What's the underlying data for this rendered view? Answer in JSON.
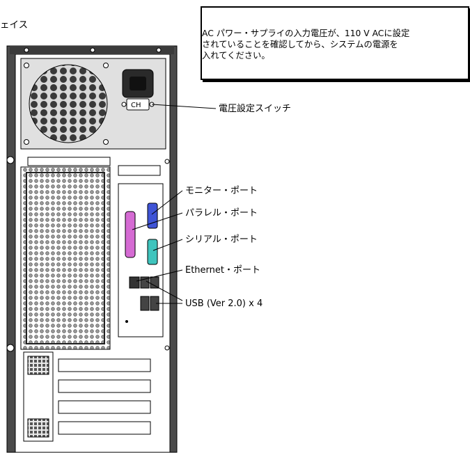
{
  "title": "ェイス",
  "note": {
    "text": "AC パワー・サプライの入力電圧が、110 V ACに設定\nされていることを確認してから、システムの電源を\n入れてください。"
  },
  "callouts": {
    "voltage_switch": "電圧設定スイッチ",
    "monitor_port": "モニター・ポート",
    "parallel_port": "パラレル・ポート",
    "serial_port": "シリアル・ポート",
    "ethernet_port": "Ethernet・ポート",
    "usb_ports": "USB (Ver 2.0) x 4"
  },
  "colors": {
    "frame": "#3b3b3b",
    "monitor_connector": "#3f54d6",
    "parallel_connector": "#d56bd3",
    "serial_connector": "#3fc4bd"
  }
}
